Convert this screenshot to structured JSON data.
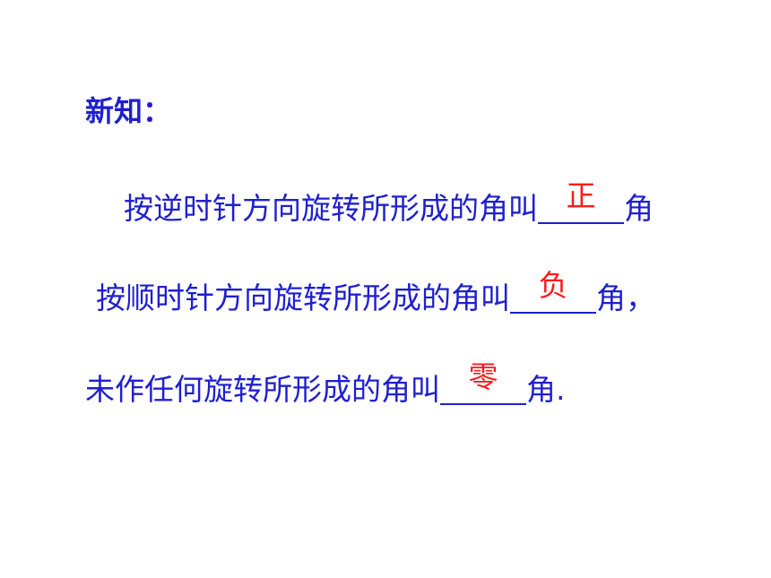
{
  "title": "新知：",
  "lines": [
    {
      "before": "按逆时针方向旋转所形成的角叫",
      "answer": "正",
      "after": "角"
    },
    {
      "before": "按顺时针方向旋转所形成的角叫",
      "answer": "负",
      "after": "角，"
    },
    {
      "before": "未作任何旋转所形成的角叫",
      "answer": "零",
      "after": "角."
    }
  ],
  "colors": {
    "text": "#1f1fd0",
    "answer": "#ff1a1a"
  }
}
